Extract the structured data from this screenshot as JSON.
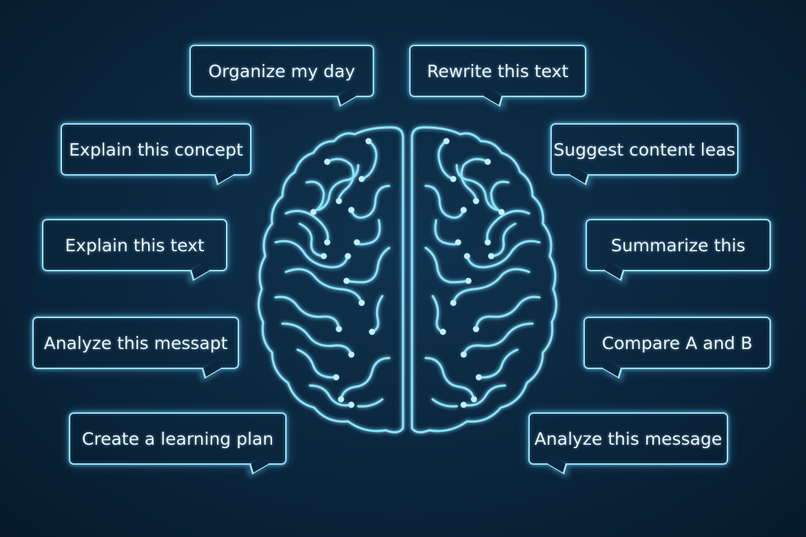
{
  "left_prompts": [
    "Organize my day",
    "Explain this concept",
    "Explain this text",
    "Analyze this messapt",
    "Create a learning plan"
  ],
  "right_prompts": [
    "Rewrite this text",
    "Suggest content leas",
    "Summarize this",
    "Compare A and B",
    "Analyze this message"
  ],
  "icons": {
    "brain": "circuit-brain-icon"
  },
  "colors": {
    "glow": "#9fe6ff",
    "background": "#0b2840",
    "text": "#e9f7ff"
  }
}
